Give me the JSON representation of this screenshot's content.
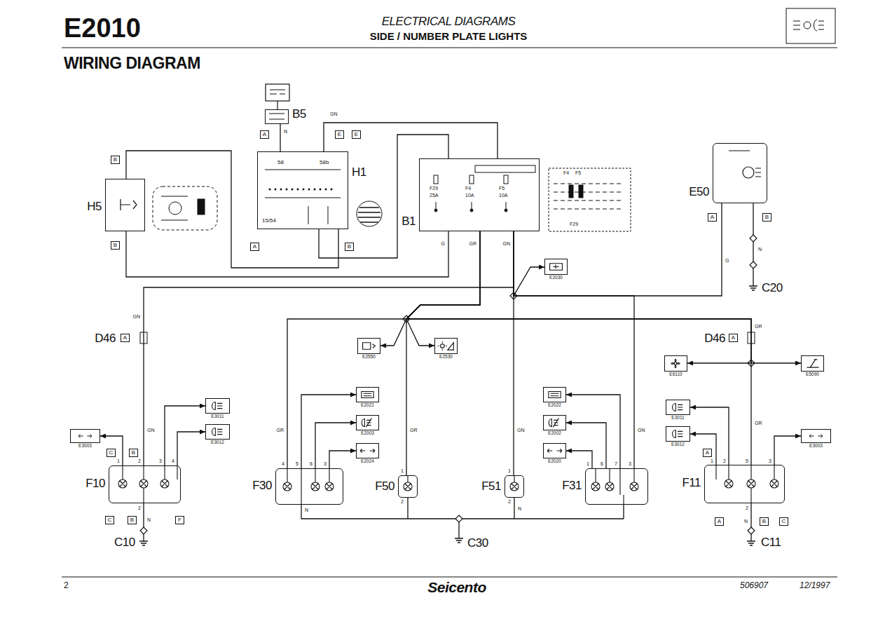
{
  "diagram": {
    "title": "E2010",
    "nodes": [
      {
        "text": [
          "B5"
        ]
      },
      {
        "text": [
          "H5"
        ]
      },
      {
        "text": [
          "H1"
        ]
      },
      {
        "text": [
          "B1"
        ]
      },
      {
        "text": [
          "E50"
        ]
      },
      {
        "text": [
          "F10"
        ]
      },
      {
        "text": [
          "F30"
        ]
      },
      {
        "text": [
          "F50"
        ]
      },
      {
        "text": [
          "F51"
        ]
      },
      {
        "text": [
          "F31"
        ]
      },
      {
        "text": [
          "F11"
        ]
      },
      {
        "text": [
          "E2030"
        ]
      },
      {
        "text": [
          "E2550"
        ]
      },
      {
        "text": [
          "E2530"
        ]
      },
      {
        "text": [
          "E6110"
        ]
      },
      {
        "text": [
          "E5090"
        ]
      },
      {
        "text": [
          "E3003"
        ]
      },
      {
        "text": [
          "E3011"
        ]
      },
      {
        "text": [
          "E3012"
        ]
      },
      {
        "text": [
          "E2021"
        ]
      },
      {
        "text": [
          "E2003"
        ]
      },
      {
        "text": [
          "E2024"
        ]
      },
      {
        "text": [
          "E2022"
        ]
      },
      {
        "text": [
          "E2002"
        ]
      },
      {
        "text": [
          "E2020"
        ]
      },
      {
        "text": [
          "E3011"
        ]
      },
      {
        "text": [
          "E3012"
        ]
      },
      {
        "text": [
          "E3003"
        ]
      },
      {
        "text": [
          "A"
        ]
      },
      {
        "text": [
          "E"
        ]
      },
      {
        "text": [
          "E"
        ]
      },
      {
        "text": [
          "B"
        ]
      },
      {
        "text": [
          "B"
        ]
      },
      {
        "text": [
          "A"
        ]
      },
      {
        "text": [
          "B"
        ]
      },
      {
        "text": [
          "A"
        ]
      },
      {
        "text": [
          "B"
        ]
      },
      {
        "text": [
          "A"
        ]
      },
      {
        "text": [
          "A"
        ]
      },
      {
        "text": [
          "C"
        ]
      },
      {
        "text": [
          "B"
        ]
      },
      {
        "text": [
          "C"
        ]
      },
      {
        "text": [
          "B"
        ]
      },
      {
        "text": [
          "F"
        ]
      },
      {
        "text": [
          "A"
        ]
      },
      {
        "text": [
          "A"
        ]
      },
      {
        "text": [
          "B"
        ]
      },
      {
        "text": [
          "C"
        ]
      }
    ],
    "edges": [
      {
        "from": 0,
        "to": 2,
        "arrow": "none"
      },
      {
        "from": 2,
        "to": 3,
        "arrow": "none"
      },
      {
        "from": 1,
        "to": 2,
        "arrow": "none"
      },
      {
        "from": 1,
        "to": 3,
        "arrow": "none"
      },
      {
        "from": 2,
        "to": 3,
        "arrow": "none"
      },
      {
        "from": 3,
        "to": 5,
        "arrow": "none"
      },
      {
        "from": 3,
        "to": 11,
        "arrow": "to"
      },
      {
        "from": 3,
        "to": 4,
        "arrow": "none"
      },
      {
        "from": 3,
        "to": 9,
        "arrow": "none"
      },
      {
        "from": 3,
        "to": 8,
        "arrow": "none"
      },
      {
        "from": 3,
        "to": 6,
        "arrow": "none"
      },
      {
        "from": 3,
        "to": 7,
        "arrow": "none"
      },
      {
        "from": 3,
        "to": 12,
        "arrow": "to"
      },
      {
        "from": 3,
        "to": 13,
        "arrow": "to"
      },
      {
        "from": 3,
        "to": 10,
        "arrow": "none"
      },
      {
        "from": 3,
        "to": 14,
        "arrow": "to"
      },
      {
        "from": 3,
        "to": 15,
        "arrow": "to"
      },
      {
        "from": 5,
        "to": 16,
        "arrow": "to"
      },
      {
        "from": 5,
        "to": 17,
        "arrow": "to"
      },
      {
        "from": 5,
        "to": 18,
        "arrow": "to"
      },
      {
        "from": 6,
        "to": 19,
        "arrow": "to"
      },
      {
        "from": 6,
        "to": 20,
        "arrow": "to"
      },
      {
        "from": 6,
        "to": 21,
        "arrow": "to"
      },
      {
        "from": 9,
        "to": 22,
        "arrow": "to"
      },
      {
        "from": 9,
        "to": 23,
        "arrow": "to"
      },
      {
        "from": 9,
        "to": 24,
        "arrow": "to"
      },
      {
        "from": 10,
        "to": 25,
        "arrow": "to"
      },
      {
        "from": 10,
        "to": 26,
        "arrow": "to"
      },
      {
        "from": 10,
        "to": 27,
        "arrow": "to"
      }
    ],
    "labels": [
      "ELECTRICAL DIAGRAMS",
      "SIDE / NUMBER PLATE LIGHTS",
      "WIRING DIAGRAM",
      "2",
      "Seicento",
      "506907",
      "12/1997",
      "GN",
      "N",
      "58",
      "58b",
      "15/54",
      "F29",
      "25A",
      "F4",
      "10A",
      "F5",
      "10A",
      "F4",
      "F5",
      "F29",
      "G",
      "GR",
      "GN",
      "GN",
      "D46",
      "D46",
      "G",
      "N",
      "GR",
      "GR",
      "GR",
      "GR",
      "GN",
      "GN",
      "GN",
      "C10",
      "C20",
      "C30",
      "C11",
      "1",
      "2",
      "3",
      "4",
      "2",
      "4",
      "5",
      "6",
      "3",
      "1",
      "2",
      "1",
      "2",
      "1",
      "6",
      "7",
      "3",
      "1",
      "2",
      "5",
      "3",
      "2",
      "N",
      "N",
      "N",
      "N"
    ]
  }
}
